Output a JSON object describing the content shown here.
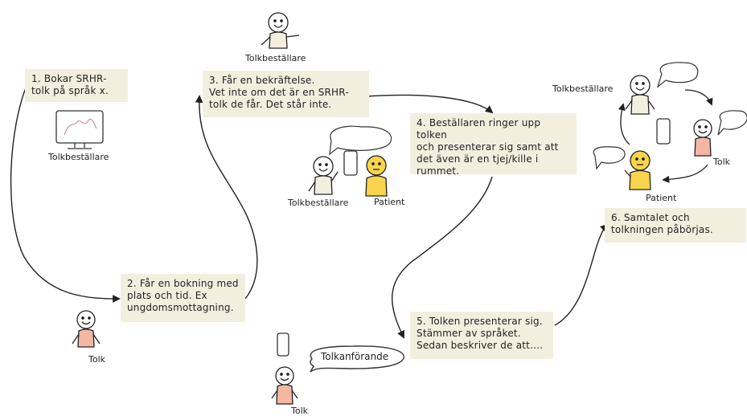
{
  "steps": [
    "1. Bokar SRHR-\ntolk på språk x.",
    "2. Får en bokning med\nplats och tid. Ex\nungdomsmottagning.",
    "3. Får en bekräftelse.\nVet inte om det är en SRHR-\ntolk de får. Det står inte.",
    "4. Beställaren ringer upp tolken\noch presenterar sig samt att\ndet även är en tjej/kille i\nrummet.",
    "5. Tolken presenterar sig.\nStämmer av språket.\nSedan beskriver de att....",
    "6. Samtalet och\ntolkningen påbörjas."
  ],
  "labels": {
    "tolkbestallare": "Tolkbeställare",
    "tolk": "Tolk",
    "patient": "Patient",
    "tolkanforande": "Tolkanförande"
  },
  "colors": {
    "note": "#f3efdf",
    "ink": "#222222",
    "tolk_body": "#f4b7a4",
    "patient_body": "#f7d44c",
    "bestallare_body": "#f3efdf"
  },
  "icons": [
    "monitor-icon",
    "phone-icon",
    "speech-bubble-icon",
    "stick-figure-icon"
  ]
}
